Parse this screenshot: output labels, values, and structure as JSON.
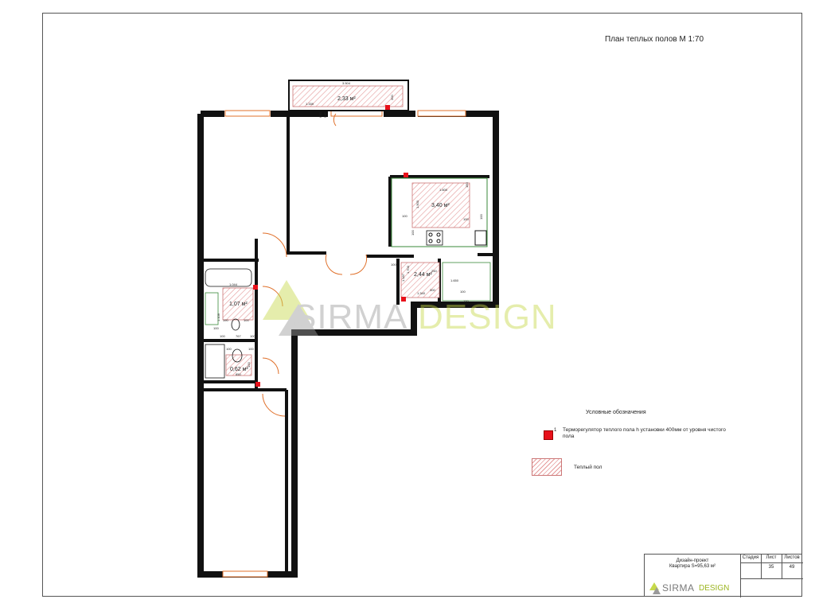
{
  "title": "План теплых полов М 1:70",
  "rooms": [
    {
      "area": "2,33 м²",
      "dims": [
        "3.504",
        "1.339",
        "300",
        "500",
        "600"
      ]
    },
    {
      "area": "3,40 м²",
      "dims": [
        "1.900",
        "1.600",
        "150",
        "100",
        "100",
        "100",
        "100"
      ]
    },
    {
      "area": "2,44 м²",
      "dims": [
        "100",
        "1.700",
        "1.187",
        "1.340",
        "250",
        "1.650",
        "100",
        "100",
        "300"
      ]
    },
    {
      "area": "1,07 м²",
      "dims": [
        "1.044",
        "1.109",
        "190",
        "100",
        "100",
        "100",
        "767",
        "100"
      ]
    },
    {
      "area": "0,62 м²",
      "dims": [
        "100",
        "100",
        "850",
        "100"
      ]
    }
  ],
  "legend": {
    "title": "Условные обозначения",
    "items": [
      {
        "index": "1",
        "label": "Терморегулятор теплого пола h установки 400мм от уровня чистого пола",
        "color": "#e8101a"
      },
      {
        "label": "Теплый пол",
        "color": "#e59a9a"
      }
    ]
  },
  "stamp": {
    "project_line1": "Дизайн-проект",
    "project_line2": "Квартира S=95,63 м²",
    "headers": [
      "Стадия",
      "Лист",
      "Листов"
    ],
    "values": [
      "",
      "35",
      "49"
    ],
    "brand": "SIRMA",
    "brand_suffix": "DESIGN"
  },
  "watermark": {
    "brand": "SIRMA",
    "brand_suffix": "DESIGN"
  },
  "colors": {
    "wall": "#111111",
    "door": "#e0702a",
    "hatch": "#e59a9a",
    "thermostat": "#e8101a",
    "tile": "#3a8a3a",
    "brand_green": "#9cb520"
  }
}
